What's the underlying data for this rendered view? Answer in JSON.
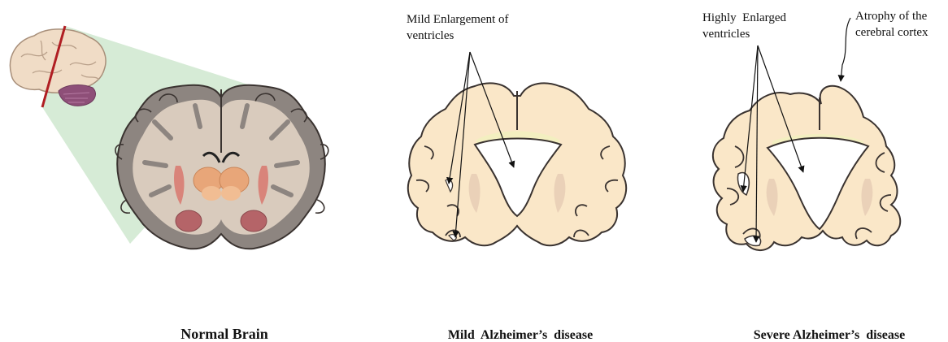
{
  "panels": {
    "normal": {
      "caption": "Normal Brain"
    },
    "mild": {
      "caption": "Mild  Alzheimer’s  disease",
      "annotation_line1": "Mild Enlargement  of",
      "annotation_line2": "ventricles"
    },
    "severe": {
      "caption": "Severe Alzheimer’s  disease",
      "ventricles_line1": "Highly  Enlarged",
      "ventricles_line2": "ventricles",
      "atrophy_line1": "Atrophy of the",
      "atrophy_line2": "cerebral cortex"
    }
  },
  "colors": {
    "cortex_gray": "#8d8580",
    "white_matter": "#d9cbbd",
    "brain_pale": "#fae7c8",
    "brain_outline": "#3a3330",
    "ventricle_fill": "#ffffff",
    "corpus_callosum": "#f3efc0",
    "basal_ganglia": "#e8a679",
    "putamen": "#d9847a",
    "amygdala": "#b56468",
    "projection_green": "#cfe8cf",
    "slice_line": "#b01e23",
    "cerebellum": "#8e4f78"
  }
}
